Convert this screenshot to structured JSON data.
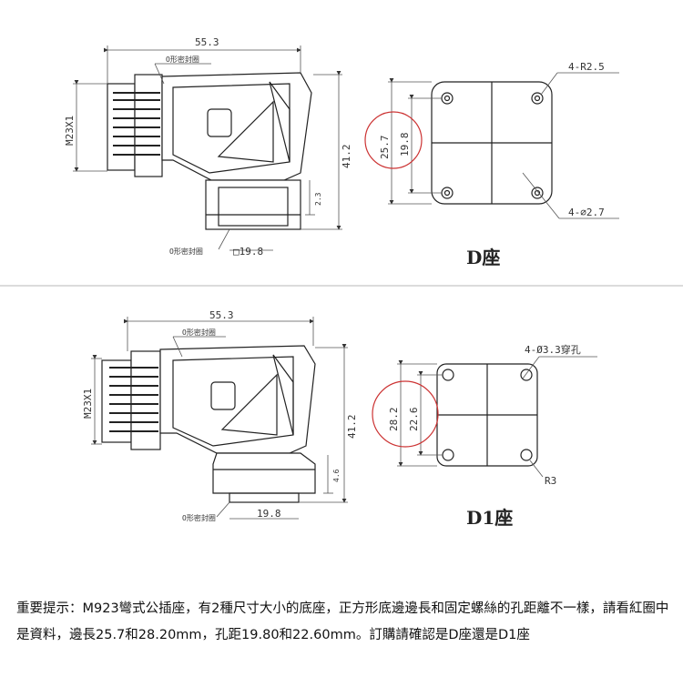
{
  "d_view": {
    "side": {
      "length": "55.3",
      "oring_top": "O形密封圈",
      "thread": "M23X1",
      "height": "41.2",
      "small_dim": "2.3",
      "oring_bottom": "O形密封圈",
      "base_square": "□19.8"
    },
    "base": {
      "corner_radius": "4-R2.5",
      "side_length": "25.7",
      "hole_pitch": "19.8",
      "holes": "4-⌀2.7"
    },
    "title": "D座"
  },
  "d1_view": {
    "side": {
      "length": "55.3",
      "oring_top": "O形密封圈",
      "thread": "M23X1",
      "height": "41.2",
      "small_dim": "4.6",
      "oring_bottom": "O形密封圈",
      "base_width": "19.8"
    },
    "base": {
      "holes": "4-Ø3.3穿孔",
      "side_length": "28.2",
      "hole_pitch": "22.6",
      "corner_radius": "R3"
    },
    "title": "D1座"
  },
  "note": "重要提示：M923彎式公插座，有2種尺寸大小的底座，正方形底邊邊長和固定螺絲的孔距離不一樣，請看紅圈中是資料，邊長25.7和28.20mm，孔距19.80和22.60mm。訂購請確認是D座還是D1座",
  "colors": {
    "line": "#222222",
    "dim": "#555555",
    "highlight_circle": "#cc3333",
    "divider": "#cfcfcf"
  }
}
